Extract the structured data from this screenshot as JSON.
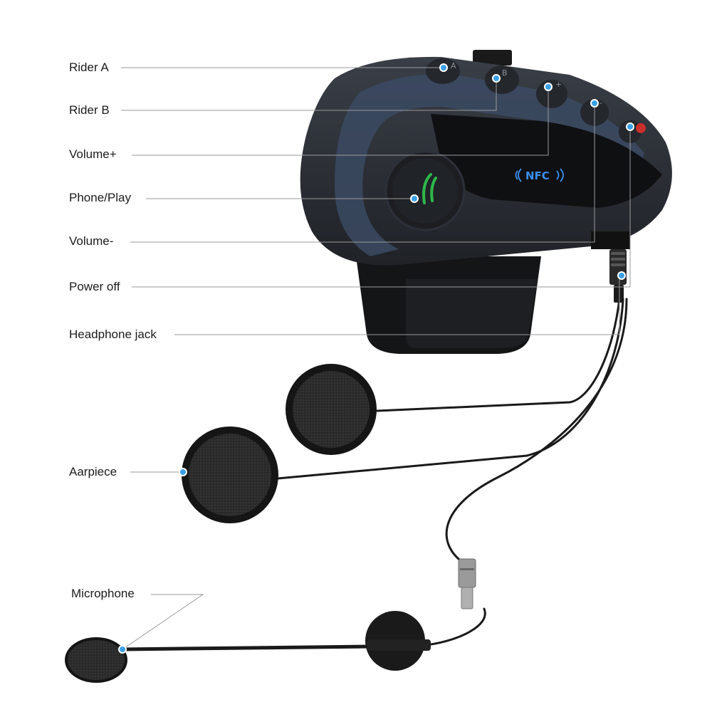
{
  "labels": {
    "rider_a": "Rider A",
    "rider_b": "Rider B",
    "volume_plus": "Volume+",
    "phone_play": "Phone/Play",
    "volume_minus": "Volume-",
    "power_off": "Power off",
    "headphone_jack": "Headphone jack",
    "earpiece": "Aarpiece",
    "microphone": "Microphone"
  },
  "device": {
    "nfc_logo": "NFC",
    "button_letters": [
      "A",
      "B",
      "+",
      "-"
    ]
  },
  "colors": {
    "leader_line": "#9a9a9a",
    "marker_dot": "#3aa0e8",
    "device_body": "#2b2f36",
    "device_band": "#3b4a63",
    "nfc_blue": "#3a8ff0",
    "phone_icon_green": "#2eb84a",
    "power_button_red": "#c9302c"
  }
}
